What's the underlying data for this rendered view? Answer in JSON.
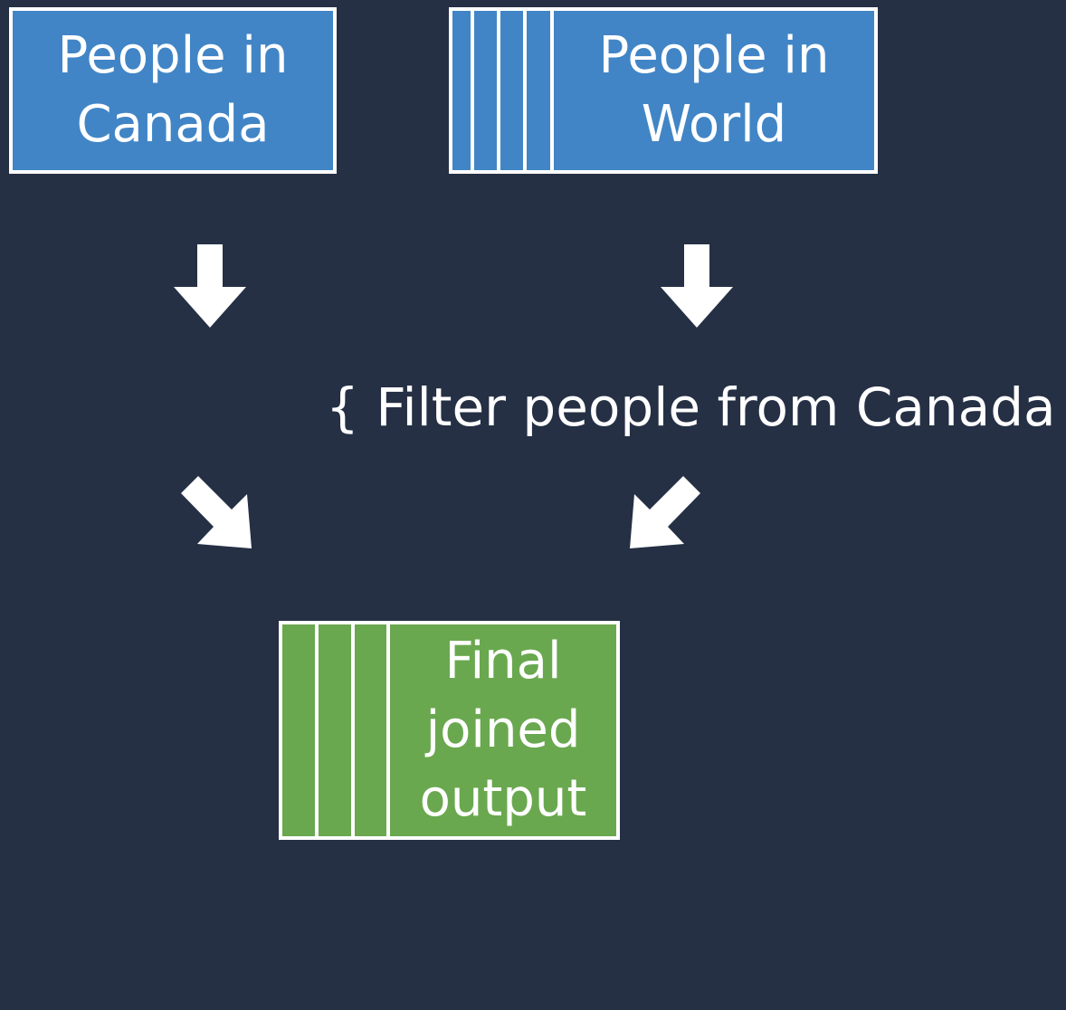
{
  "nodes": {
    "canada": {
      "label": "People in\nCanada"
    },
    "world": {
      "label": "People in\nWorld"
    },
    "filter": {
      "label": "{ Filter people from Canada }"
    },
    "output": {
      "label": "Final\njoined\noutput"
    }
  },
  "colors": {
    "background": "#253045",
    "input_box": "#4185c6",
    "output_box": "#6aa84f",
    "border": "#ffffff",
    "arrow": "#ffffff"
  },
  "icons": {
    "down_arrow": "arrow-down-icon",
    "diagonal_right_arrow": "arrow-down-right-icon",
    "diagonal_left_arrow": "arrow-down-left-icon"
  }
}
